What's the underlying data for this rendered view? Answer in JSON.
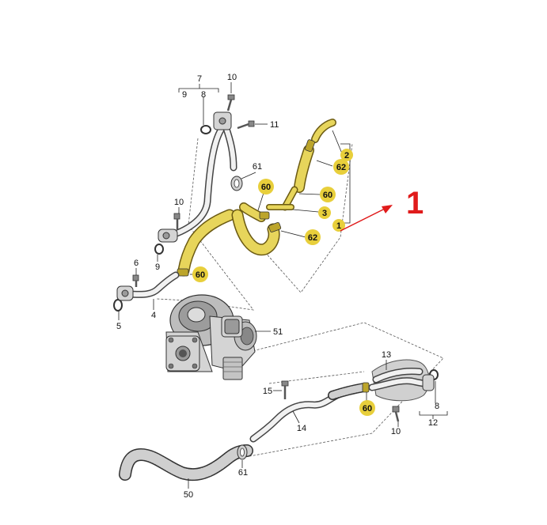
{
  "callout": {
    "text": "1",
    "color": "#e01b1b"
  },
  "colors": {
    "badge": "#e8cf3b",
    "hose_yellow": "#e7d55b",
    "pipe": "#f1f1f1"
  },
  "labels": {
    "l7": "7",
    "l9a": "9",
    "l8a": "8",
    "l10a": "10",
    "l11": "11",
    "l2": "2",
    "l62a": "62",
    "l61a": "61",
    "l60a": "60",
    "l60b": "60",
    "l3": "3",
    "l1": "1",
    "l62b": "62",
    "l10b": "10",
    "l9b": "9",
    "l6": "6",
    "l60c": "60",
    "l5": "5",
    "l4": "4",
    "l51": "51",
    "l13": "13",
    "l15": "15",
    "l60d": "60",
    "l8b": "8",
    "l12": "12",
    "l10c": "10",
    "l14": "14",
    "l61b": "61",
    "l50": "50"
  }
}
